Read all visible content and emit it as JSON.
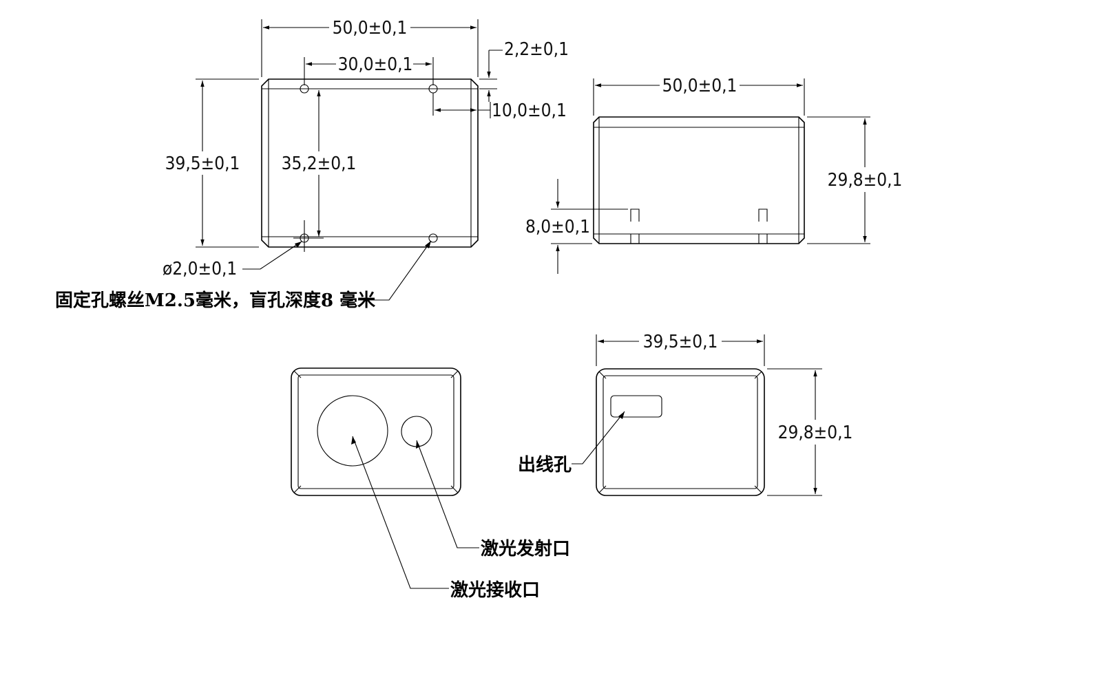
{
  "top_view": {
    "width": "50,0±0,1",
    "hole_spacing_x": "30,0±0,1",
    "edge_offset_top": "2,2±0,1",
    "edge_offset_side": "10,0±0,1",
    "height": "39,5±0,1",
    "hole_spacing_y": "35,2±0,1",
    "hole_diameter": "ø2,0±0,1",
    "note": "固定孔螺丝M2.5毫米，盲孔深度8 毫米"
  },
  "side_view": {
    "width": "50,0±0,1",
    "height": "29,8±0,1",
    "hole_depth": "8,0±0,1"
  },
  "front_view": {
    "receiver_label": "激光接收口",
    "emitter_label": "激光发射口"
  },
  "back_view": {
    "width": "39,5±0,1",
    "height": "29,8±0,1",
    "wire_hole_label": "出线孔"
  }
}
